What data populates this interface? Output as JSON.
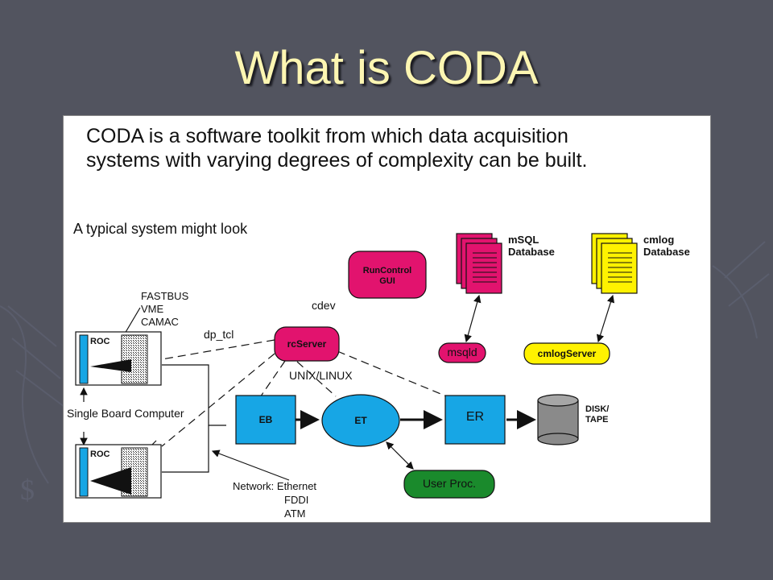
{
  "slide": {
    "title": "What is CODA"
  },
  "intro": {
    "line1": "CODA is a software toolkit from which data acquisition",
    "line2": "systems with varying degrees of complexity can be built."
  },
  "diagram": {
    "typical_label": "A typical system might look",
    "bus_types": [
      "FASTBUS",
      "VME",
      "CAMAC"
    ],
    "roc_label": "ROC",
    "dp_tcl_label": "dp_tcl",
    "cdev_label": "cdev",
    "rcserver_label": "rcServer",
    "runcontrol_label_1": "RunControl",
    "runcontrol_label_2": "GUI",
    "os_label": "UNIX/LINUX",
    "msql_db_label_1": "mSQL",
    "msql_db_label_2": "Database",
    "msqld_label": "msqld",
    "cmlog_db_label_1": "cmlog",
    "cmlog_db_label_2": "Database",
    "cmlogserver_label": "cmlogServer",
    "sbc_label": "Single Board Computer",
    "eb_label": "EB",
    "et_label": "ET",
    "er_label": "ER",
    "disk_label_1": "DISK/",
    "disk_label_2": "TAPE",
    "user_proc_label": "User Proc.",
    "network_label": "Network: Ethernet",
    "network_types": [
      "FDDI",
      "ATM"
    ]
  },
  "colors": {
    "background": "#52545f",
    "title": "#fdf6b2",
    "magenta": "#e2136e",
    "cyan": "#17a6e5",
    "yellow": "#fff200",
    "green": "#1a8a2c",
    "grey_cylinder": "#8a8a8a"
  }
}
